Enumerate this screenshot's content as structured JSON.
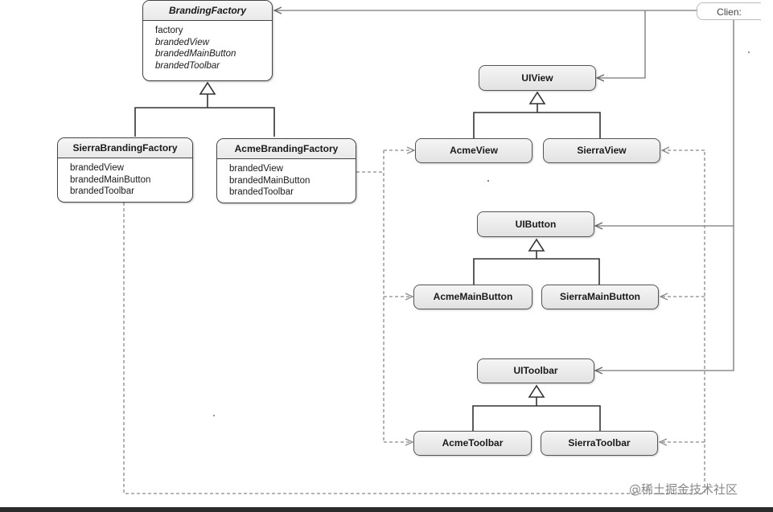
{
  "branding_factory": {
    "title": "BrandingFactory",
    "members": [
      "factory",
      "brandedView",
      "brandedMainButton",
      "brandedToolbar"
    ]
  },
  "sierra_factory": {
    "title": "SierraBrandingFactory",
    "members": [
      "brandedView",
      "brandedMainButton",
      "brandedToolbar"
    ]
  },
  "acme_factory": {
    "title": "AcmeBrandingFactory",
    "members": [
      "brandedView",
      "brandedMainButton",
      "brandedToolbar"
    ]
  },
  "products": {
    "uiview": "UIView",
    "acme_view": "AcmeView",
    "sierra_view": "SierraView",
    "uibutton": "UIButton",
    "acme_main_button": "AcmeMainButton",
    "sierra_main_button": "SierraMainButton",
    "uitoolbar": "UIToolbar",
    "acme_toolbar": "AcmeToolbar",
    "sierra_toolbar": "SierraToolbar"
  },
  "client_label": "Clien:",
  "watermark": "@稀土掘金技术社区",
  "colors": {
    "line": "#333333",
    "dashed": "#8a8a8a",
    "client_line": "#777777"
  }
}
